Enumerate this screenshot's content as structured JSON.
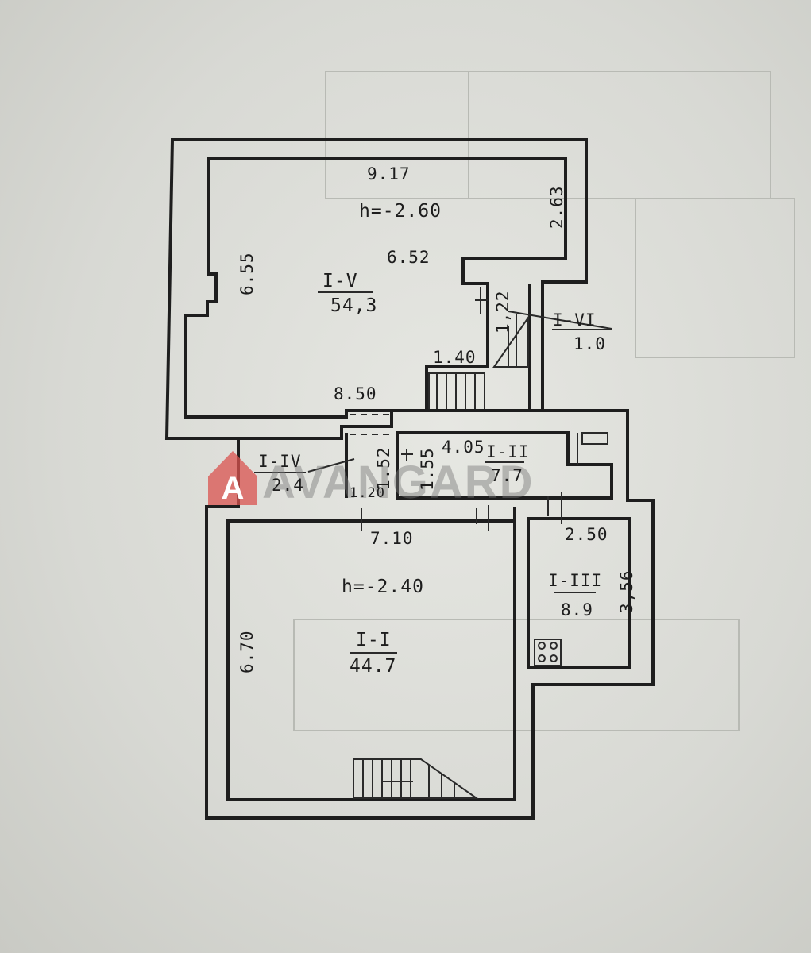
{
  "plan": {
    "room_5": {
      "id": "I-V",
      "area": "54,3",
      "height": "h=-2.60",
      "dim_top": "9.17",
      "dim_left": "6.55",
      "dim_right": "2.63",
      "dim_inner": "6.52",
      "dim_bottom": "8.50",
      "dim_step": "1.40"
    },
    "room_6": {
      "id": "I-VI",
      "area": "1.0",
      "dim": "1,22"
    },
    "room_4": {
      "id": "I-IV",
      "area": "2.4",
      "dim_a": "1.52",
      "dim_b": "1.20"
    },
    "room_2": {
      "id": "I-II",
      "area": "7.7",
      "dim_a": "4.05",
      "dim_b": "1.55"
    },
    "room_1": {
      "id": "I-I",
      "area": "44.7",
      "height": "h=-2.40",
      "dim_top": "7.10",
      "dim_left": "6.70"
    },
    "room_3": {
      "id": "I-III",
      "area": "8.9",
      "dim_top": "2.50",
      "dim_right": "3,56"
    }
  },
  "watermark": {
    "text": "AVANGARD",
    "logo_letter": "A",
    "logo_color": "#d9534f"
  },
  "colors": {
    "paper": "#d9dbd6",
    "ink": "#1e1e1e"
  }
}
